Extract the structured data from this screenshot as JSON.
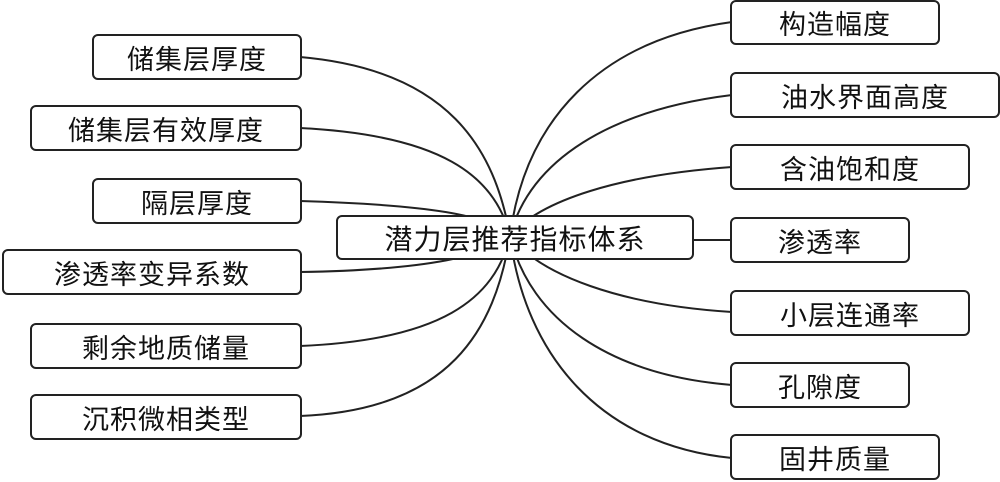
{
  "center": {
    "label": "潜力层推荐指标体系"
  },
  "left_items": [
    {
      "label": "储集层厚度"
    },
    {
      "label": "储集层有效厚度"
    },
    {
      "label": "隔层厚度"
    },
    {
      "label": "渗透率变异系数"
    },
    {
      "label": "剩余地质储量"
    },
    {
      "label": "沉积微相类型"
    }
  ],
  "right_items": [
    {
      "label": "构造幅度"
    },
    {
      "label": "油水界面高度"
    },
    {
      "label": "含油饱和度"
    },
    {
      "label": "渗透率"
    },
    {
      "label": "小层连通率"
    },
    {
      "label": "孔隙度"
    },
    {
      "label": "固井质量"
    }
  ]
}
